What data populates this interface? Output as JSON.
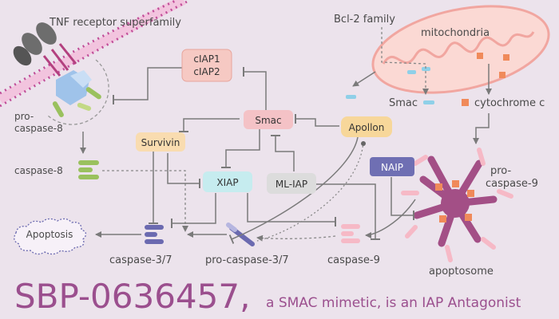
{
  "labels": {
    "tnf_receptor": "TNF  receptor superfamily",
    "bcl2_family": "Bcl-2 family",
    "mitochondria": "mitochondria",
    "pro_caspase8_line1": "pro-",
    "pro_caspase8_line2": "caspase-8",
    "caspase8": "caspase-8",
    "smac_released": "Smac",
    "cytochrome_c": "cytochrome c",
    "pro_caspase9_line1": "pro-",
    "pro_caspase9_line2": "caspase-9",
    "apoptosome": "apoptosome",
    "caspase37": "caspase-3/7",
    "pro_caspase37": "pro-caspase-3/7",
    "caspase9": "caspase-9",
    "apoptosis": "Apoptosis"
  },
  "boxes": {
    "ciap1": "cIAP1",
    "ciap2": "cIAP2",
    "smac": "Smac",
    "apollon": "Apollon",
    "survivin": "Survivin",
    "xiap": "XIAP",
    "mliap": "ML-IAP",
    "naip": "NAIP"
  },
  "title": {
    "main": "SBP-0636457,",
    "sub": "a SMAC mimetic, is an IAP Antagonist"
  },
  "colors": {
    "background": "#ece3ec",
    "title": "#9b4f8e",
    "ciap": "#f6c9c3",
    "smac": "#f4c2c6",
    "apollon": "#f7d79a",
    "survivin": "#f9dcb0",
    "xiap": "#c6ecef",
    "mliap": "#dcdcdc",
    "naip": "#6f6fb3",
    "arrow": "#7a7a7a",
    "apoptosome": "#a34f86"
  },
  "icons": [
    "tnf-receptor-icon",
    "membrane-icon",
    "mitochondria-icon",
    "apoptosome-icon",
    "caspase-bars-icon"
  ]
}
